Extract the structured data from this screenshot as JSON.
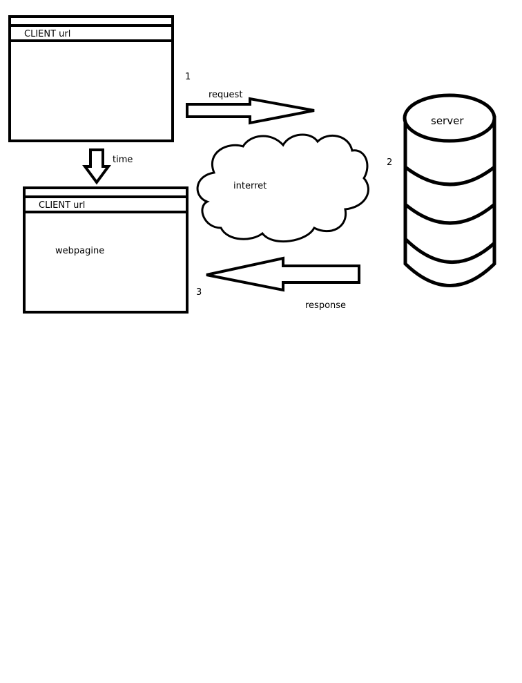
{
  "client_top": {
    "url_label": "CLIENT url"
  },
  "client_bottom": {
    "url_label": "CLIENT url",
    "body_label": "webpagine"
  },
  "arrows": {
    "time_label": "time",
    "request_label": "request",
    "response_label": "response"
  },
  "cloud": {
    "label": "interret"
  },
  "server": {
    "label": "server"
  },
  "steps": {
    "step1": "1",
    "step2": "2",
    "step3": "3"
  },
  "colors": {
    "stroke": "#000000",
    "background": "#ffffff"
  }
}
